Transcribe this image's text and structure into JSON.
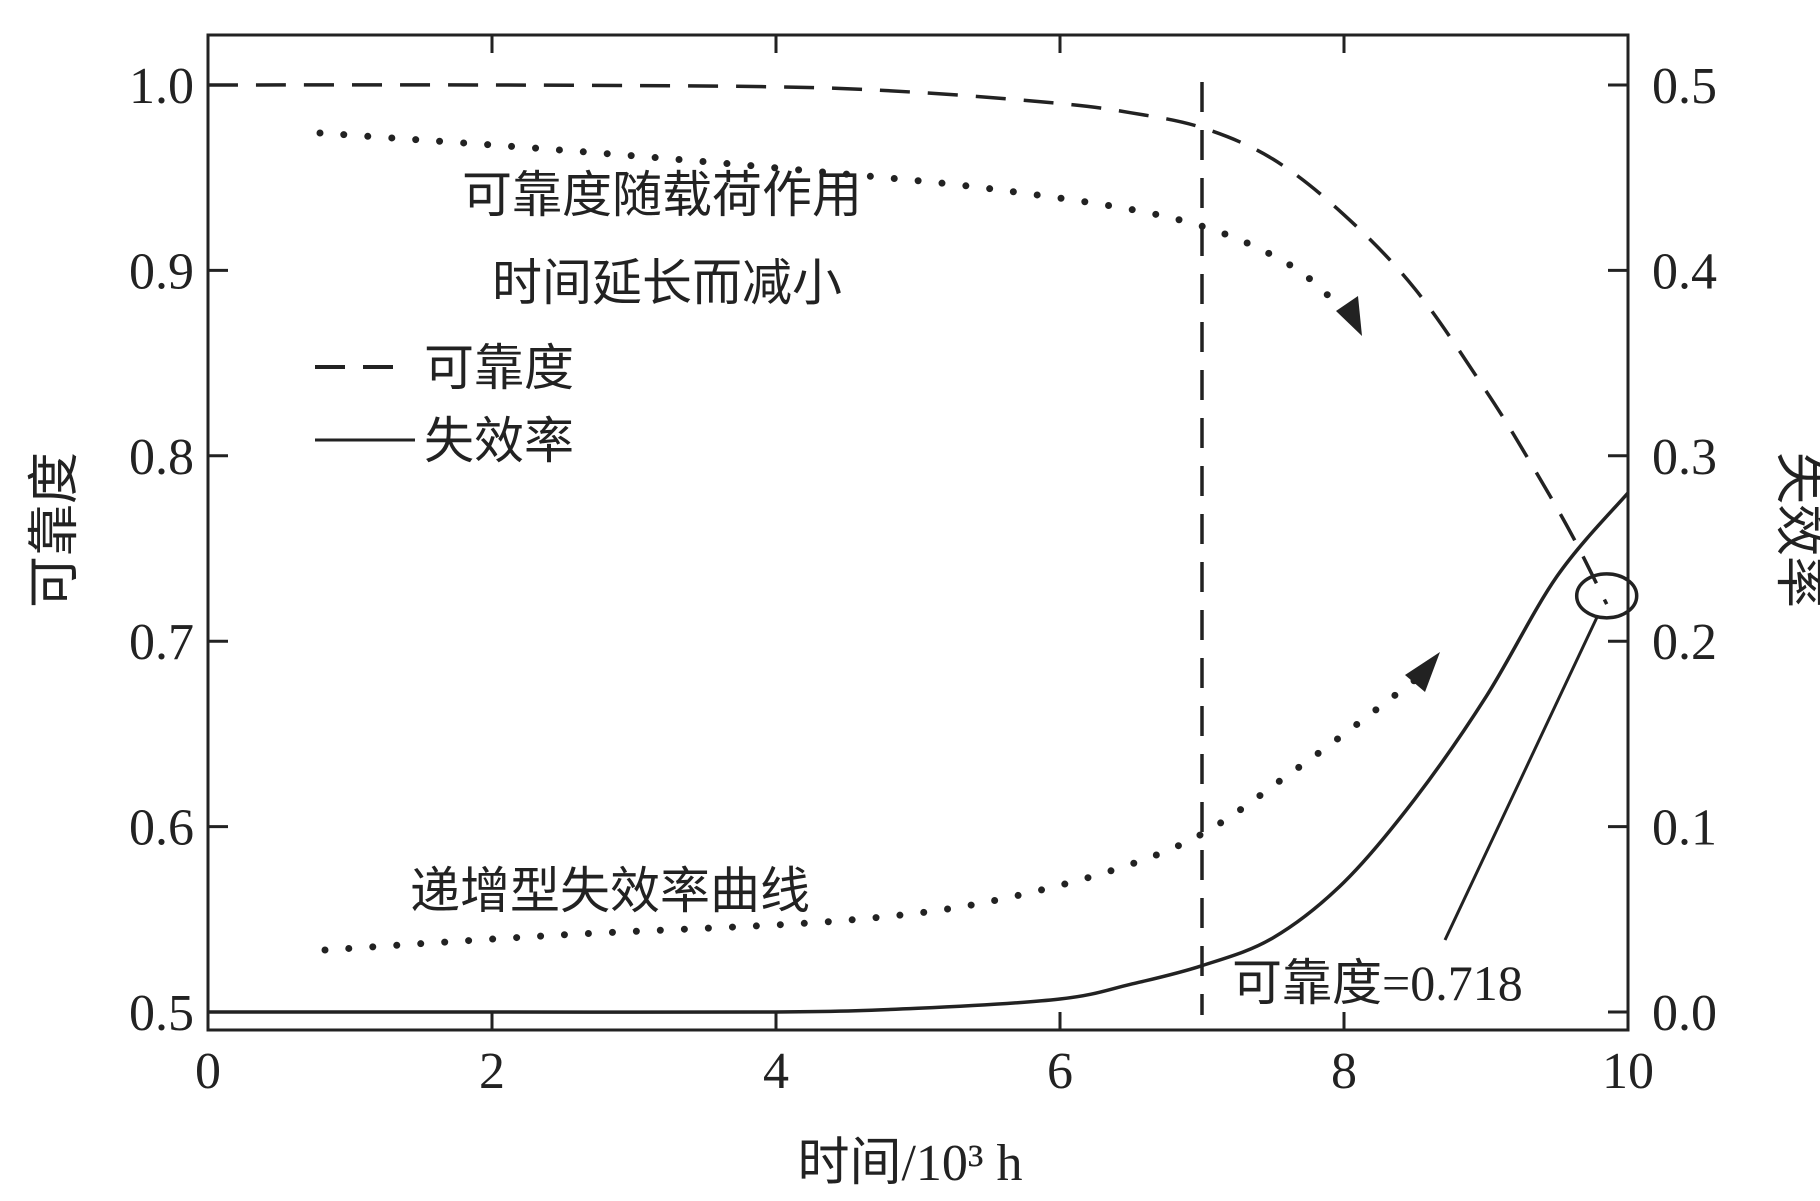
{
  "chart_data": {
    "type": "line",
    "title": "",
    "xlabel": "时间/10³ h",
    "ylabel_left": "可靠度",
    "ylabel_right": "失效率",
    "xlim": [
      0,
      10
    ],
    "ylim_left": [
      0.5,
      1.0
    ],
    "ylim_right": [
      0.0,
      0.5
    ],
    "x_ticks": [
      "0",
      "2",
      "4",
      "6",
      "8",
      "10"
    ],
    "y_left_ticks": [
      "0.5",
      "0.6",
      "0.7",
      "0.8",
      "0.9",
      "1.0"
    ],
    "y_right_ticks": [
      "0.0",
      "0.1",
      "0.2",
      "0.3",
      "0.4",
      "0.5"
    ],
    "grid": false,
    "legend_position": "upper-left",
    "series": [
      {
        "name": "可靠度",
        "axis": "left",
        "line_style": "dashed",
        "color": "#222222",
        "x": [
          0,
          2,
          4,
          5,
          6,
          6.5,
          7,
          7.5,
          8,
          8.5,
          9,
          9.3,
          9.6,
          9.85
        ],
        "values": [
          1.0,
          1.0,
          0.999,
          0.996,
          0.99,
          0.985,
          0.977,
          0.96,
          0.93,
          0.89,
          0.835,
          0.798,
          0.758,
          0.72
        ]
      },
      {
        "name": "失效率",
        "axis": "right",
        "line_style": "solid",
        "color": "#222222",
        "x": [
          0,
          2,
          4,
          5,
          6,
          6.5,
          7,
          7.5,
          8,
          8.5,
          9,
          9.5,
          10
        ],
        "values": [
          0.0,
          0.0,
          0.0,
          0.002,
          0.007,
          0.015,
          0.025,
          0.04,
          0.07,
          0.115,
          0.17,
          0.235,
          0.28
        ]
      }
    ],
    "annotations": {
      "reliability_note_line1": "可靠度随载荷作用",
      "reliability_note_line2": "时间延长而减小",
      "failure_note": "递增型失效率曲线",
      "point_label": "可靠度=0.718",
      "vertical_line_x": 7,
      "point": {
        "x": 9.85,
        "y": 0.718
      }
    }
  }
}
